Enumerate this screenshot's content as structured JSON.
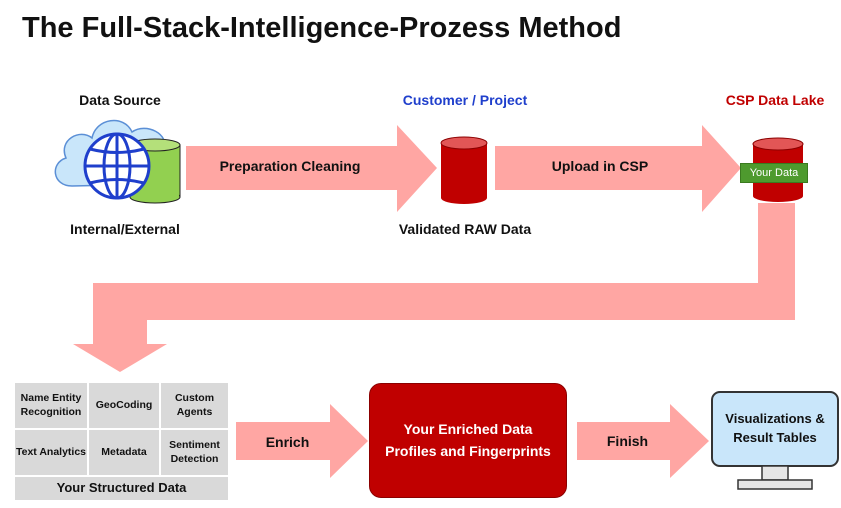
{
  "title": "The Full-Stack-Intelligence-Prozess Method",
  "nodes": {
    "data_source": {
      "heading": "Data Source",
      "caption": "Internal/External"
    },
    "customer_project": {
      "heading": "Customer / Project",
      "caption": "Validated RAW Data"
    },
    "csp_data_lake": {
      "heading": "CSP Data Lake",
      "tag": "Your Data"
    }
  },
  "arrows": {
    "preparation": "Preparation Cleaning",
    "upload": "Upload in CSP",
    "enrich": "Enrich",
    "finish": "Finish"
  },
  "structured_data": {
    "cells": [
      "Name Entity Recognition",
      "GeoCoding",
      "Custom Agents",
      "Text Analytics",
      "Metadata",
      "Sentiment Detection"
    ],
    "footer": "Your Structured Data"
  },
  "enriched": "Your Enriched Data Profiles and Fingerprints",
  "visualizations": "Visualizations & Result Tables",
  "colors": {
    "arrow": "#ffa6a3",
    "cylinder_red": "#c00000",
    "cylinder_green": "#92d050",
    "globe_blue": "#1f3fcc",
    "screen": "#c9e6fa",
    "heading_blue": "#1f3fcc",
    "heading_red": "#c00000"
  }
}
